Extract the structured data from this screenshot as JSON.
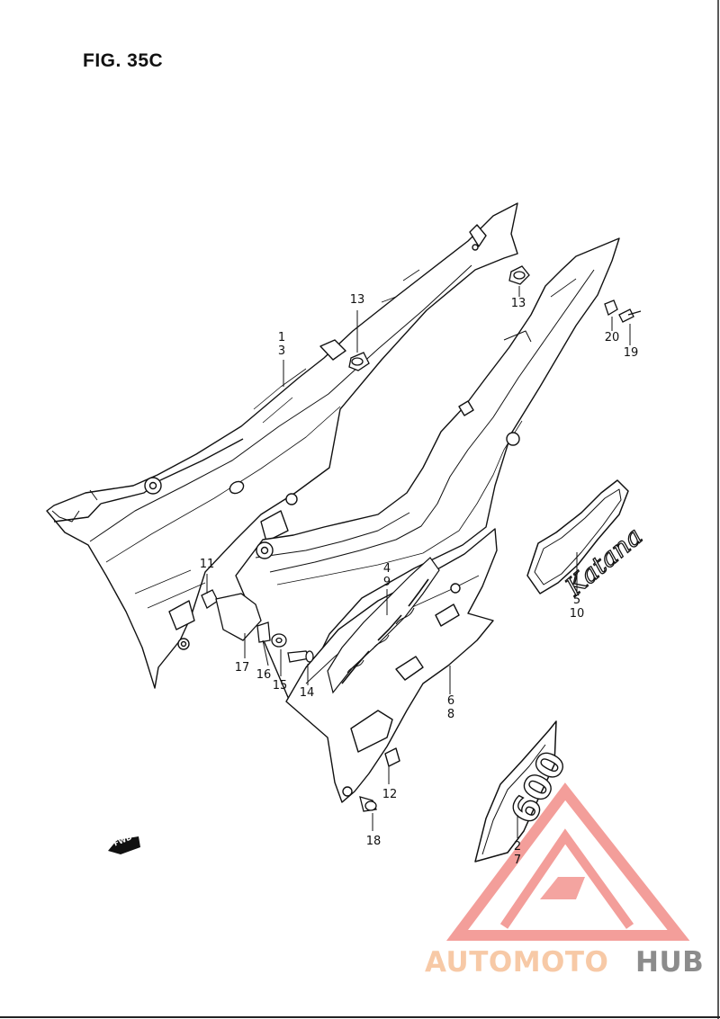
{
  "figure": {
    "title": "FIG. 35C"
  },
  "callouts": [
    {
      "id": "c-1-3",
      "lines": [
        "1",
        "3"
      ]
    },
    {
      "id": "c-13a",
      "lines": [
        "13"
      ]
    },
    {
      "id": "c-13b",
      "lines": [
        "13"
      ]
    },
    {
      "id": "c-20",
      "lines": [
        "20"
      ]
    },
    {
      "id": "c-19",
      "lines": [
        "19"
      ]
    },
    {
      "id": "c-11",
      "lines": [
        "11"
      ]
    },
    {
      "id": "c-4-9",
      "lines": [
        "4",
        "9"
      ]
    },
    {
      "id": "c-5-10",
      "lines": [
        "5",
        "10"
      ]
    },
    {
      "id": "c-17",
      "lines": [
        "17"
      ]
    },
    {
      "id": "c-16",
      "lines": [
        "16"
      ]
    },
    {
      "id": "c-15",
      "lines": [
        "15"
      ]
    },
    {
      "id": "c-14",
      "lines": [
        "14"
      ]
    },
    {
      "id": "c-6-8",
      "lines": [
        "6",
        "8"
      ]
    },
    {
      "id": "c-12",
      "lines": [
        "12"
      ]
    },
    {
      "id": "c-18",
      "lines": [
        "18"
      ]
    },
    {
      "id": "c-2-7",
      "lines": [
        "2",
        "7"
      ]
    }
  ],
  "fwd_label": "FWD",
  "decals": {
    "katana": "Katana",
    "model": "600"
  },
  "watermark": {
    "part1": "AUTOMOTO",
    "part2": "HUB",
    "colors": {
      "accent": "#f2948f",
      "accent_light": "#f7c9a6",
      "gray": "#8c8c8c"
    }
  }
}
